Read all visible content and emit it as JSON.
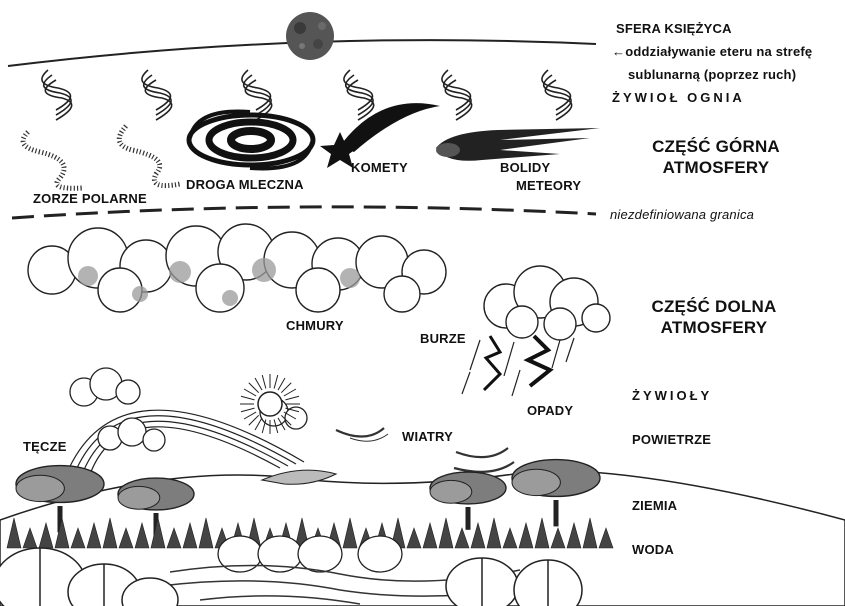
{
  "moon_sphere": {
    "title": "SFERA KSIĘŻYCA",
    "note_line1": "←oddziaływanie eteru na strefę",
    "note_line2": "sublunarną (poprzez ruch)",
    "fire": "ŻYWIOŁ OGNIA"
  },
  "upper": {
    "title_line1": "CZĘŚĆ GÓRNA",
    "title_line2": "ATMOSFERY",
    "aurora": "ZORZE POLARNE",
    "milky_way": "DROGA MLECZNA",
    "comets": "KOMETY",
    "bolides": "BOLIDY",
    "meteors": "METEORY"
  },
  "boundary": "niezdefiniowana granica",
  "lower": {
    "title_line1": "CZĘŚĆ DOLNA",
    "title_line2": "ATMOSFERY",
    "clouds": "CHMURY",
    "storms": "BURZE",
    "precipitation": "OPADY",
    "rainbows": "TĘCZE",
    "winds": "WIATRY"
  },
  "elements": {
    "title": "ŻYWIOŁY",
    "air": "POWIETRZE",
    "earth": "ZIEMIA",
    "water": "WODA"
  },
  "colors": {
    "ink": "#111111",
    "cloud_shade": "#9a9a9a",
    "foliage": "#7d7d7d"
  }
}
